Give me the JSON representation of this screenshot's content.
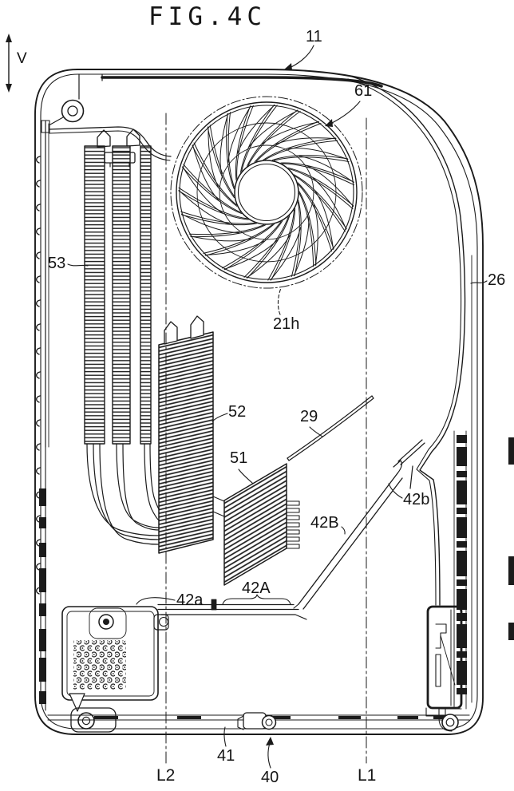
{
  "figure": {
    "title": "FIG.4C",
    "view_axis": "V",
    "line_color": "#1b1b1b",
    "background": "#ffffff",
    "ref_labels": {
      "housing": "11",
      "fan": "61",
      "heat_pipes": "53",
      "side_wall": "26",
      "fan_opening": "21h",
      "heatsink_upper": "52",
      "air_guide": "29",
      "heatsink_lower": "51",
      "duct": "42B",
      "duct_hook": "42b",
      "duct_edge": "42a",
      "duct_bottom": "42A",
      "bottom_rail": "41",
      "foot": "40",
      "centerline_left": "L2",
      "centerline_right": "L1"
    }
  }
}
